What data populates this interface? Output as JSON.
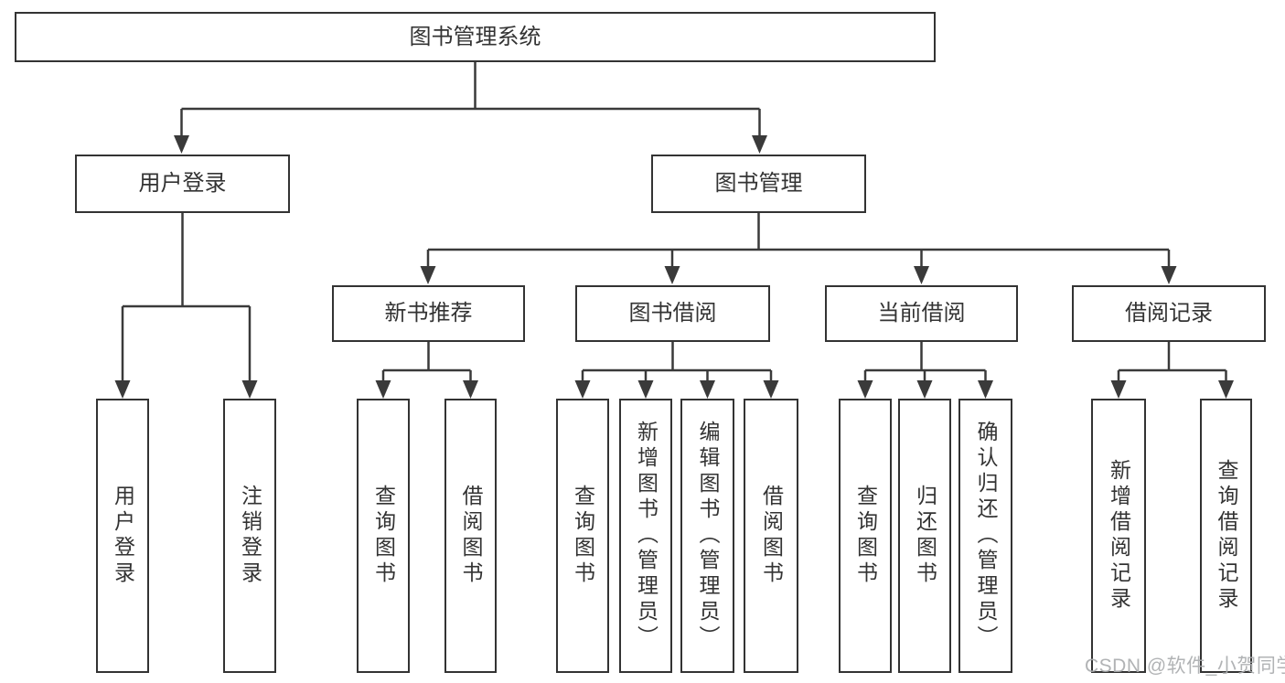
{
  "tree": {
    "root": {
      "label": "图书管理系统",
      "children": [
        {
          "label": "用户登录",
          "children": [
            {
              "label": "用户登录"
            },
            {
              "label": "注销登录"
            }
          ]
        },
        {
          "label": "图书管理",
          "children": [
            {
              "label": "新书推荐",
              "children": [
                {
                  "label": "查询图书"
                },
                {
                  "label": "借阅图书"
                }
              ]
            },
            {
              "label": "图书借阅",
              "children": [
                {
                  "label": "查询图书"
                },
                {
                  "label": "新增图书（管理员）"
                },
                {
                  "label": "编辑图书（管理员）"
                },
                {
                  "label": "借阅图书"
                }
              ]
            },
            {
              "label": "当前借阅",
              "children": [
                {
                  "label": "查询图书"
                },
                {
                  "label": "归还图书"
                },
                {
                  "label": "确认归还（管理员）"
                }
              ]
            },
            {
              "label": "借阅记录",
              "children": [
                {
                  "label": "新增借阅记录"
                },
                {
                  "label": "查询借阅记录"
                }
              ]
            }
          ]
        }
      ]
    }
  },
  "watermark": {
    "text": "CSDN @软件_小贺同学"
  },
  "colors": {
    "line": "#3a3a3a",
    "box_border": "#333333",
    "box_fill": "#ffffff",
    "text": "#333333",
    "watermark": "#abadaf",
    "background": "#ffffff"
  }
}
